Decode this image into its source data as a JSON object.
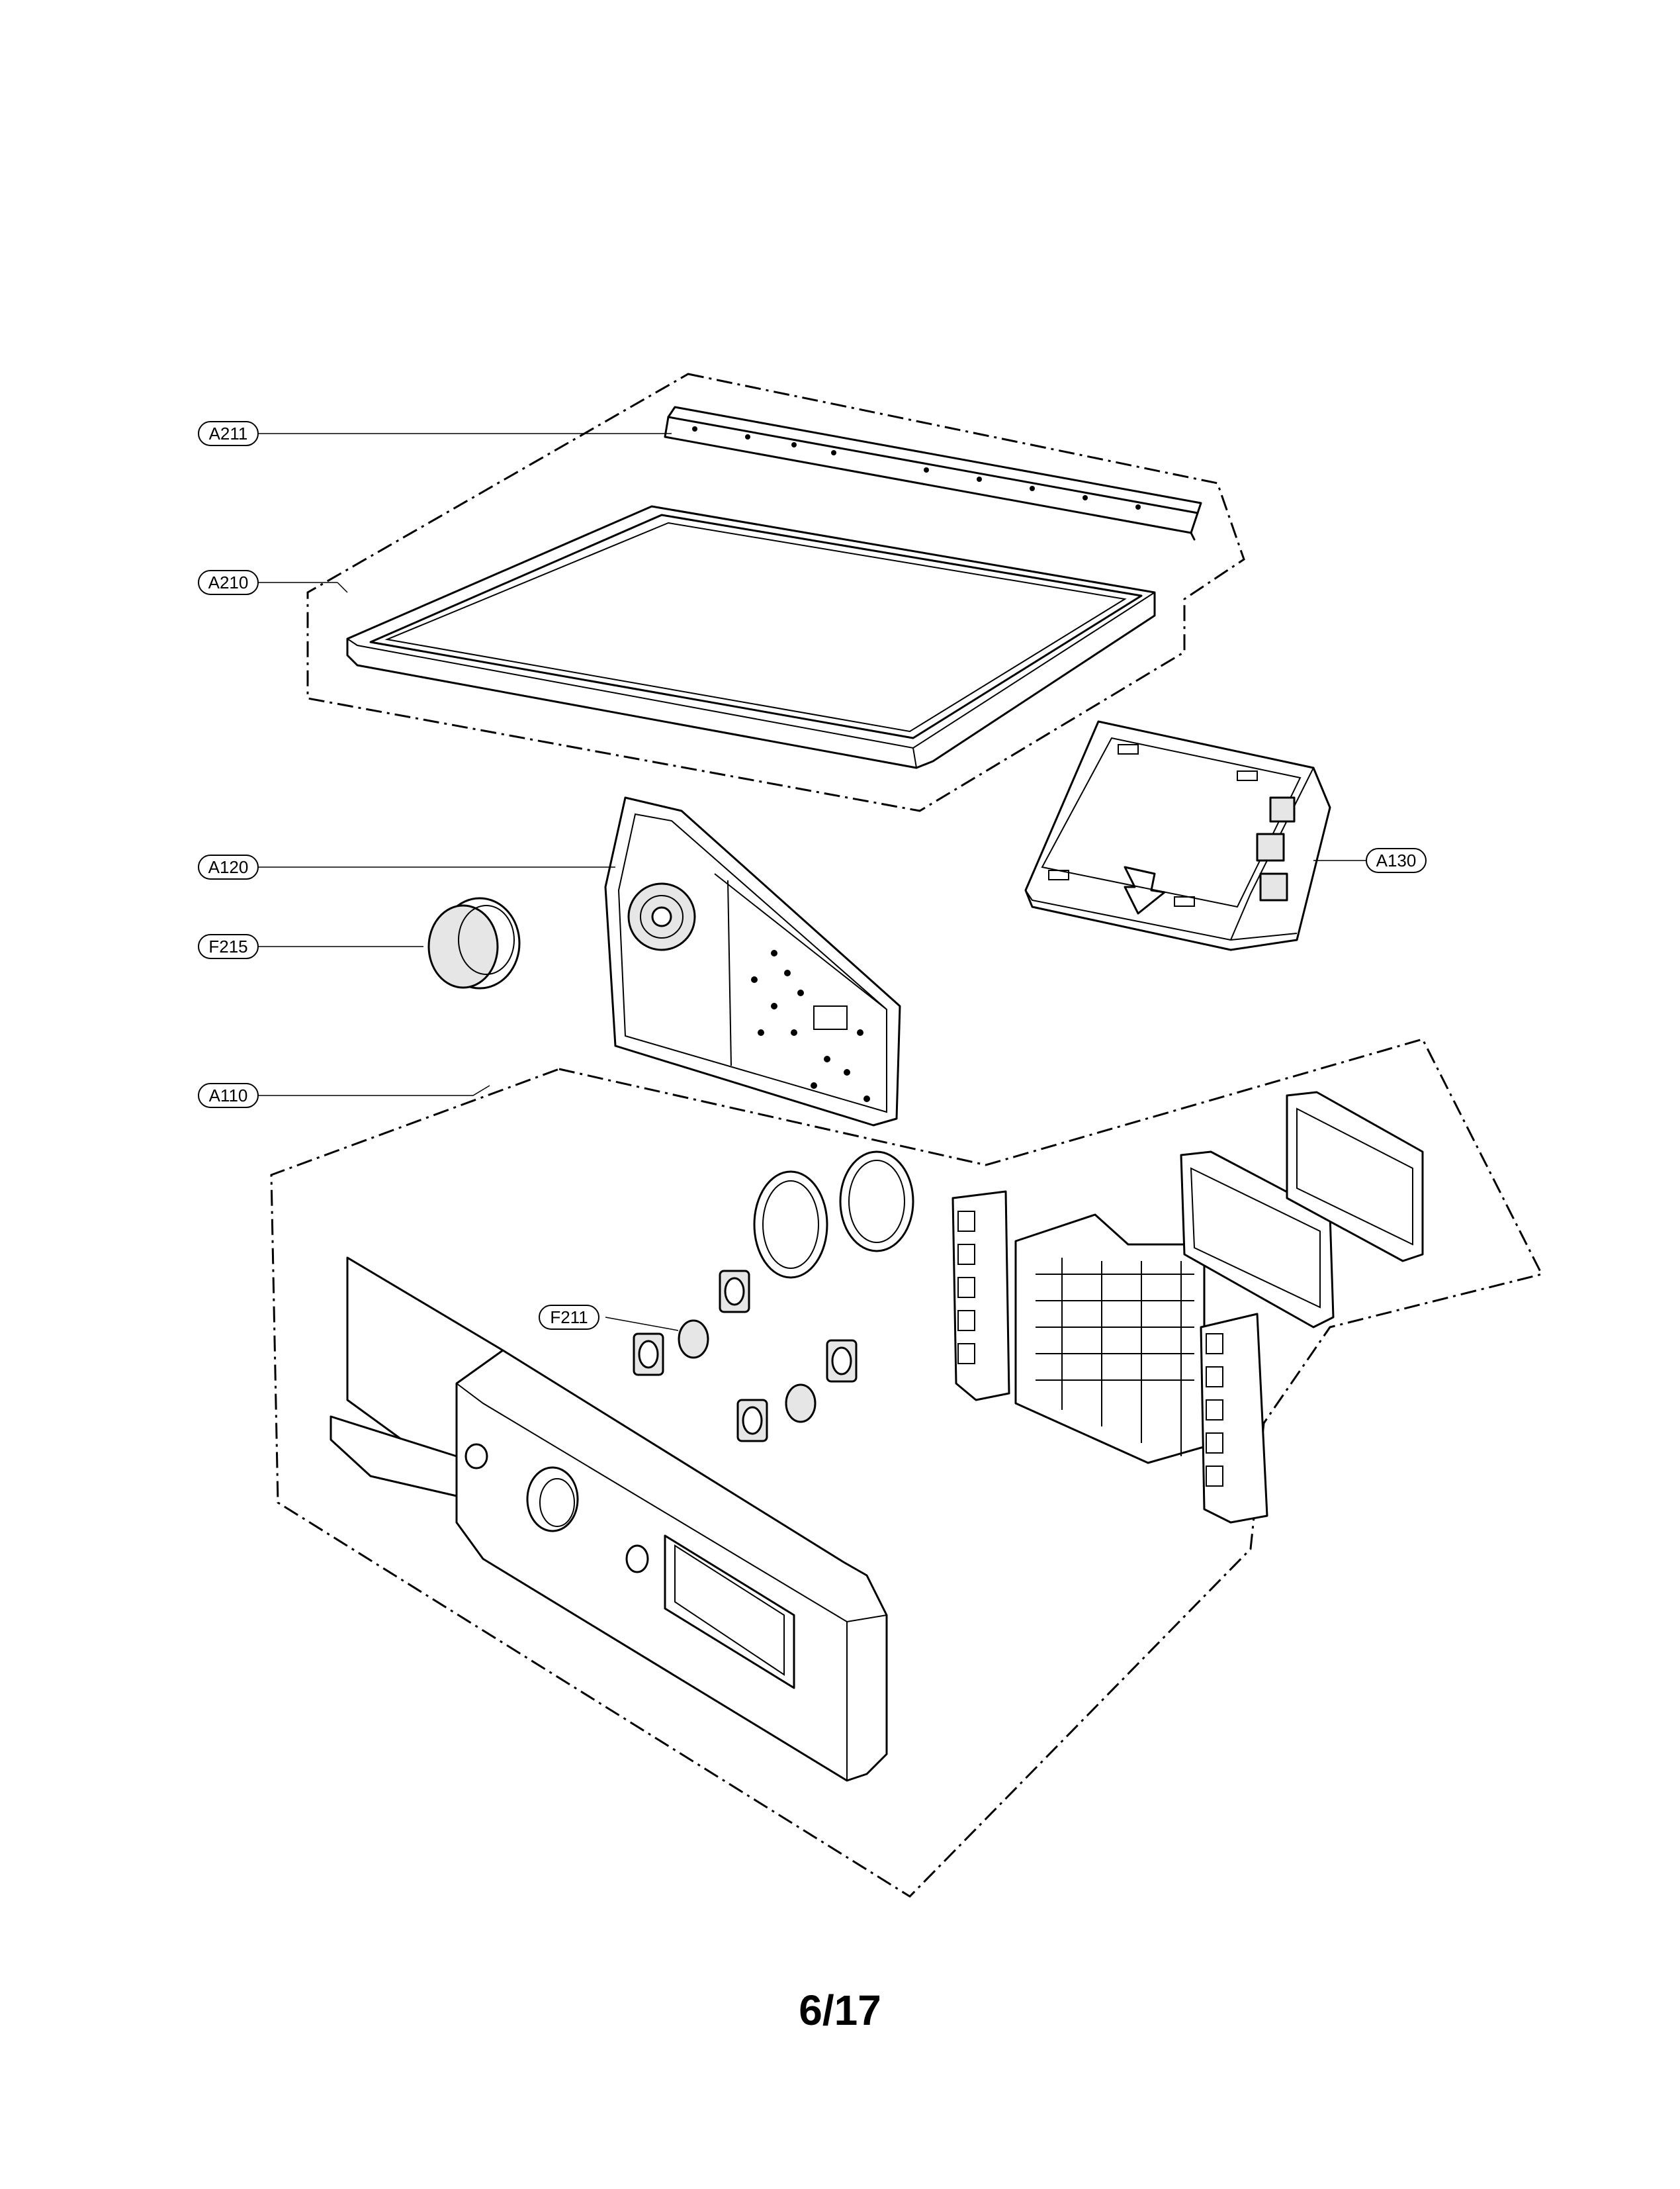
{
  "callouts": [
    {
      "id": "A211"
    },
    {
      "id": "A210"
    },
    {
      "id": "A120"
    },
    {
      "id": "F215"
    },
    {
      "id": "A110"
    },
    {
      "id": "A130"
    },
    {
      "id": "F211"
    }
  ],
  "page_number": "6/17"
}
